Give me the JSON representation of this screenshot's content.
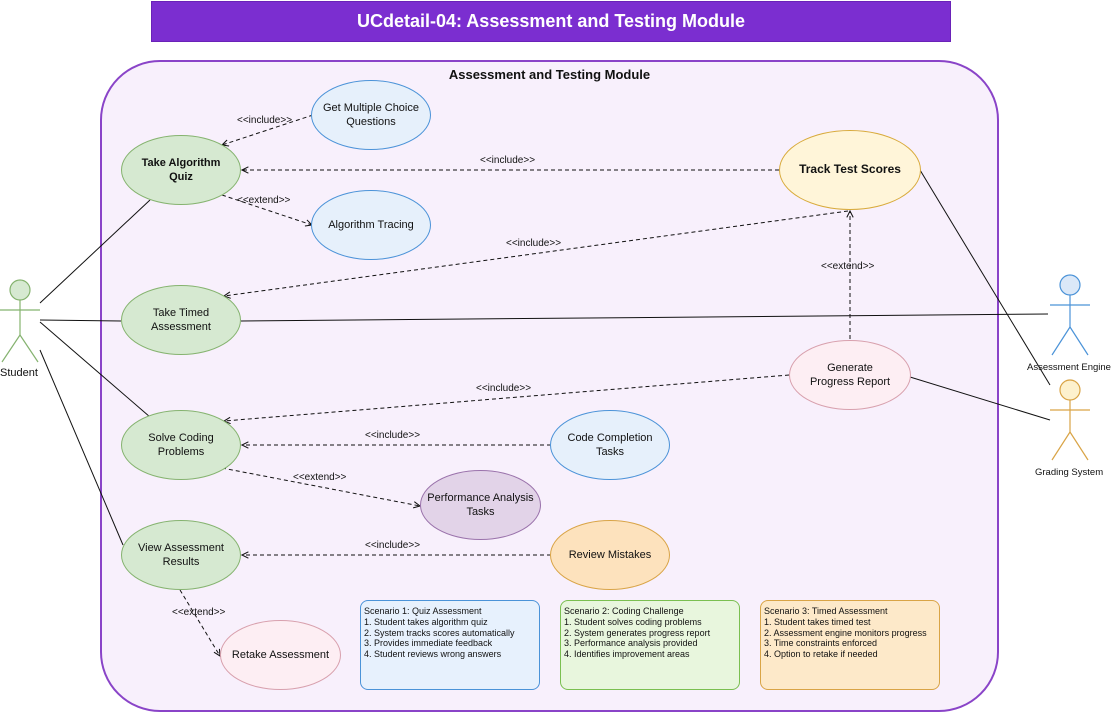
{
  "title": "UCdetail-04: Assessment and Testing Module",
  "system": {
    "name": "Assessment and Testing Module"
  },
  "actors": {
    "student": "Student",
    "assessment_engine": "Assessment Engine",
    "grading_system": "Grading System"
  },
  "use_cases": {
    "take_algorithm_quiz": "Take Algorithm Quiz",
    "get_mcq": "Get Multiple Choice Questions",
    "algorithm_tracing": "Algorithm Tracing",
    "track_test_scores": "Track Test Scores",
    "take_timed_assessment": "Take Timed Assessment",
    "generate_progress_report": "Generate Progress Report",
    "solve_coding_problems": "Solve Coding Problems",
    "code_completion_tasks": "Code Completion Tasks",
    "performance_analysis_tasks": "Performance Analysis Tasks",
    "view_assessment_results": "View Assessment Results",
    "review_mistakes": "Review Mistakes",
    "retake_assessment": "Retake Assessment"
  },
  "relations": {
    "include": "<<include>>",
    "extend": "<<extend>>"
  },
  "notes": {
    "scenario1": {
      "title": "Scenario 1: Quiz Assessment",
      "lines": [
        "1. Student takes algorithm quiz",
        "2. System tracks scores automatically",
        "3. Provides immediate feedback",
        "4. Student reviews wrong answers"
      ]
    },
    "scenario2": {
      "title": "Scenario 2: Coding Challenge",
      "lines": [
        "1. Student solves coding problems",
        "2. System generates progress report",
        "3. Performance analysis provided",
        "4. Identifies improvement areas"
      ]
    },
    "scenario3": {
      "title": "Scenario 3: Timed Assessment",
      "lines": [
        "1. Student takes timed test",
        "2. Assessment engine monitors progress",
        "3. Time constraints enforced",
        "4. Option to retake if needed"
      ]
    }
  },
  "colors": {
    "title_bg": "#7b2ed0",
    "boundary": "#8a44c8",
    "student_actor": "#85b36f",
    "engine_actor": "#4b93d8",
    "grading_actor": "#d9a446"
  }
}
